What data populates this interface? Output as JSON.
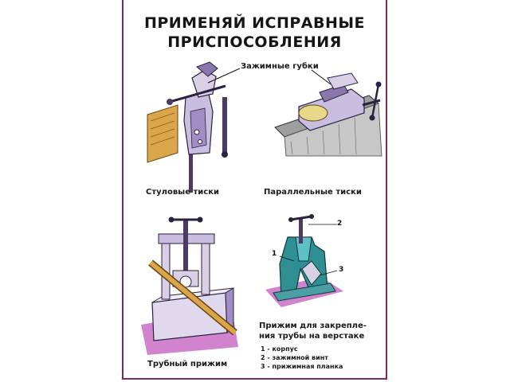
{
  "title": {
    "line1": "ПРИМЕНЯЙ ИСПРАВНЫЕ",
    "line2": "ПРИСПОСОБЛЕНИЯ"
  },
  "callouts": {
    "jaws": "Зажимные губки"
  },
  "figures": {
    "chair_vise": "Стуловые тиски",
    "parallel_vise": "Параллельные тиски",
    "pipe_clamp": "Трубный прижим",
    "bench_clamp_line1": "Прижим для закрепле-",
    "bench_clamp_line2": "ния трубы на верстаке"
  },
  "legend": {
    "n1": "1",
    "n2": "2",
    "n3": "3",
    "item1": "1 - корпус",
    "item2": "2 - зажимной винт",
    "item3": "3 - прижимная планка"
  },
  "colors": {
    "border": "#7a2a64",
    "metal_light": "#d9d0e6",
    "metal_mid": "#a28ec4",
    "metal_dark": "#4b3a63",
    "wood": "#d9a64a",
    "wood_dark": "#8c5a1a",
    "floor_pink": "#cc77c8",
    "teal": "#2f8f93"
  }
}
